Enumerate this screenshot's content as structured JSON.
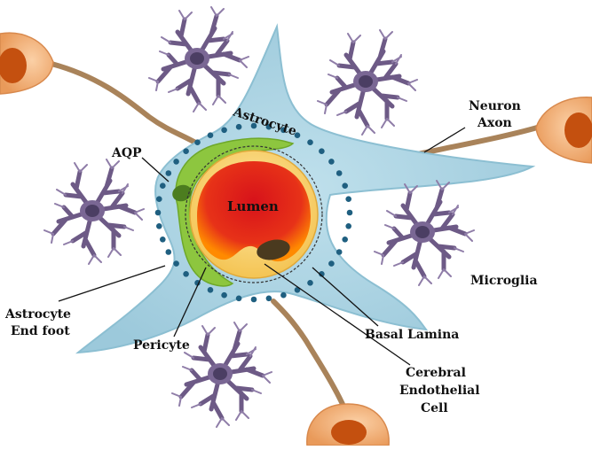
{
  "labels": {
    "astrocyte": "Astrocyte",
    "aqp": "AQP",
    "lumen": "Lumen",
    "neuron_line1": "Neuron",
    "neuron_line2": "Axon",
    "microglia": "Microglia",
    "endfoot_line1": "Astrocyte",
    "endfoot_line2": "End foot",
    "pericyte": "Pericyte",
    "basal_lamina": "Basal Lamina",
    "endo_line1": "Cerebral",
    "endo_line2": "Endothelial",
    "endo_line3": "Cell"
  },
  "colors": {
    "astrocyte_fill": "#a9d3e2",
    "astrocyte_stroke": "#8cbfd2",
    "aqp_dot": "#1f5f80",
    "pericyte": "#8dc63f",
    "endothelium": "#f6d27a",
    "lumen_outer": "#ff8a00",
    "lumen_inner": "#d7121a",
    "nucleus": "#4a3a1f",
    "neuron_body": "#f2b27a",
    "neuron_nucleus": "#c4500f",
    "axon": "#a9835a",
    "microglia": "#6d5a86",
    "microglia_nucleus": "#4b3e63"
  }
}
